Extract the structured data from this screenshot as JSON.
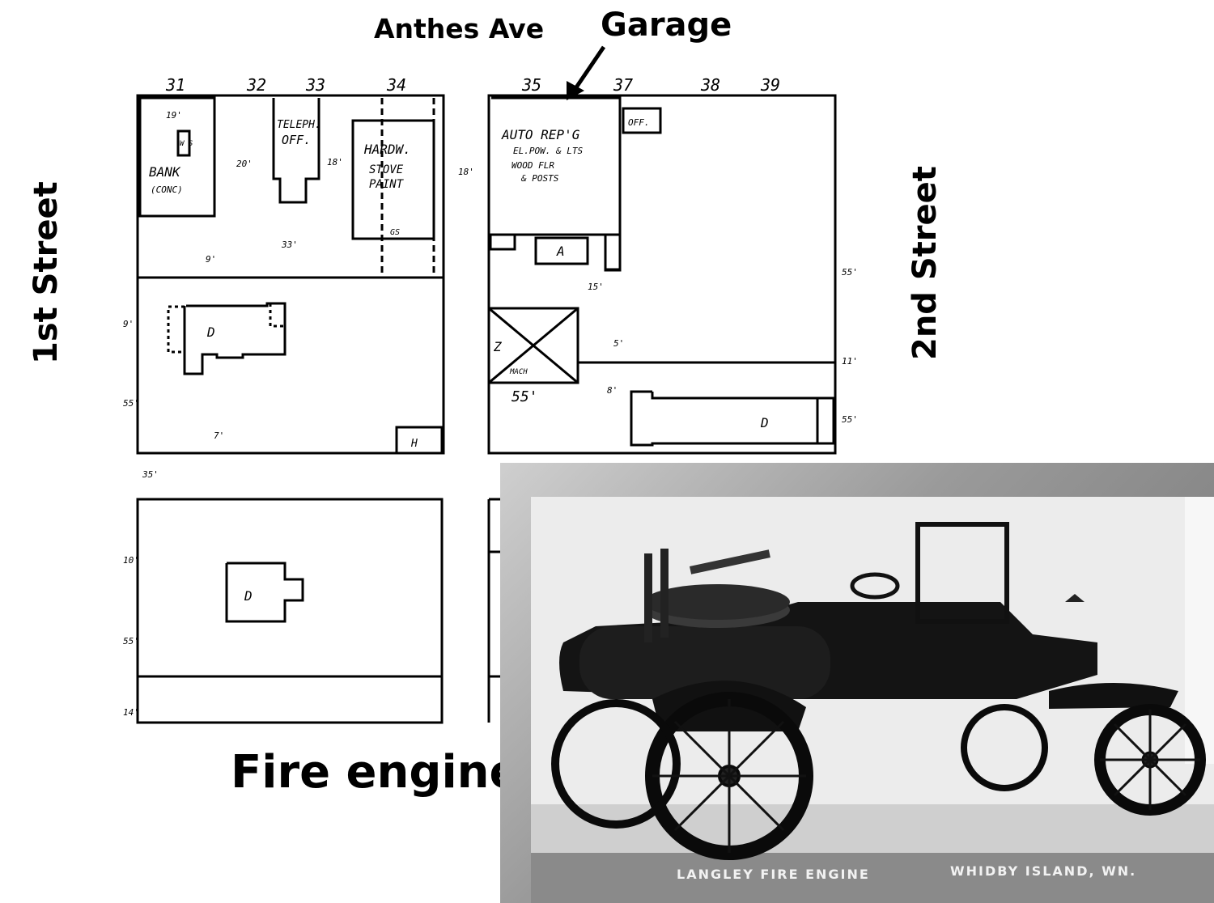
{
  "labels": {
    "street_top": "Anthes Ave",
    "garage": "Garage",
    "street_left": "1st Street",
    "street_right": "2nd Street",
    "caption": "Fire engine"
  },
  "map": {
    "lot_numbers": [
      "31",
      "32",
      "33",
      "34",
      "35",
      "37",
      "38",
      "39"
    ],
    "buildings": {
      "bank": "BANK",
      "bank_sub": "(CONC)",
      "ws": "W S",
      "telephone": "TELEPH.",
      "telephone_sub": "OFF.",
      "hardware": "HARDW.",
      "hardware_sub1": "STOVE",
      "hardware_sub2": "PAINT",
      "auto": "AUTO REP'G",
      "auto_l1": "EL.POW. & LTS",
      "auto_l2": "WOOD FLR",
      "auto_l3": "& POSTS",
      "off": "OFF.",
      "a": "A",
      "d": "D",
      "mach": "MACH",
      "z": "Z",
      "h": "H",
      "d2": "D",
      "d3": "D",
      "gs": "GS"
    },
    "dims": [
      "19'",
      "20'",
      "18'",
      "18'",
      "9'",
      "33'",
      "15'",
      "8'",
      "55'",
      "55'",
      "55'",
      "55'",
      "55'",
      "9'",
      "35'",
      "10'",
      "11'",
      "14'",
      "7'",
      "5'"
    ]
  },
  "photo": {
    "caption_left": "LANGLEY FIRE ENGINE",
    "caption_right": "WHIDBY ISLAND, WN.",
    "subject": "vintage-fire-engine-car"
  }
}
